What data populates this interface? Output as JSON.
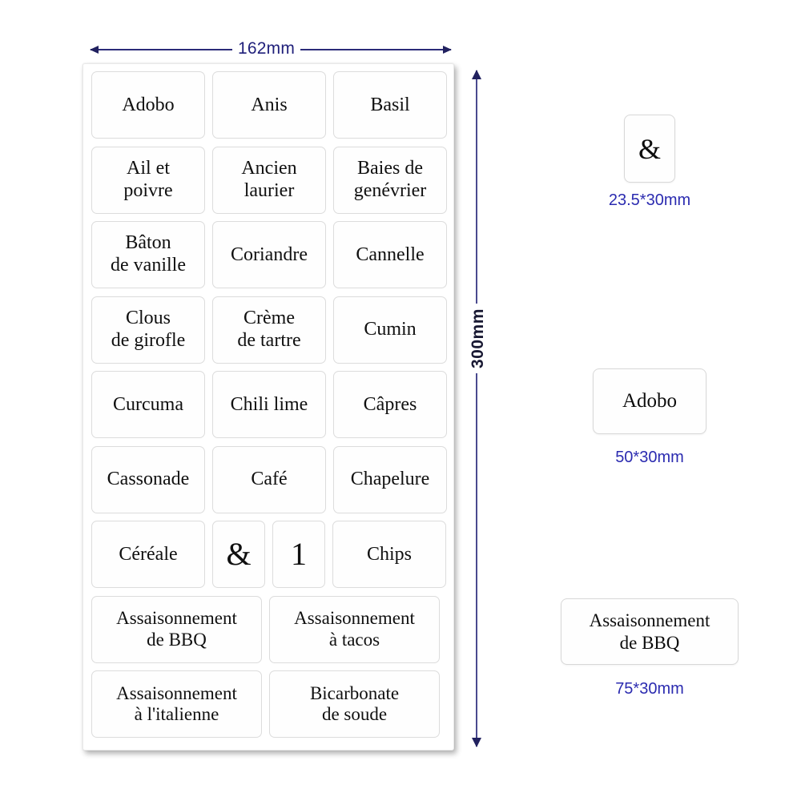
{
  "dimensions": {
    "width_label": "162mm",
    "height_label": "300mm",
    "accent_color": "#1f1f7a"
  },
  "sheet": {
    "rows": [
      {
        "type": "three",
        "cards": [
          "Adobo",
          "Anis",
          "Basil"
        ]
      },
      {
        "type": "three",
        "cards": [
          "Ail  et\npoivre",
          "Ancien\nlaurier",
          "Baies de\ngenévrier"
        ]
      },
      {
        "type": "three",
        "cards": [
          "Bâton\nde vanille",
          "Coriandre",
          "Cannelle"
        ]
      },
      {
        "type": "three",
        "cards": [
          "Clous\nde girofle",
          "Crème\nde tartre",
          "Cumin"
        ]
      },
      {
        "type": "three",
        "cards": [
          "Curcuma",
          "Chili lime",
          "Câpres"
        ]
      },
      {
        "type": "three",
        "cards": [
          "Cassonade",
          "Café",
          "Chapelure"
        ]
      },
      {
        "type": "mixed",
        "cards": [
          "Céréale",
          "&",
          "1",
          "Chips"
        ]
      },
      {
        "type": "two",
        "cards": [
          "Assaisonnement\nde BBQ",
          "Assaisonnement\nà tacos"
        ]
      },
      {
        "type": "two",
        "cards": [
          "Assaisonnement\nà l'italienne",
          "Bicarbonate\nde soude"
        ]
      }
    ]
  },
  "samples": [
    {
      "text": "&",
      "caption": "23.5*30mm"
    },
    {
      "text": "Adobo",
      "caption": "50*30mm"
    },
    {
      "text": "Assaisonnement\nde BBQ",
      "caption": "75*30mm"
    }
  ]
}
